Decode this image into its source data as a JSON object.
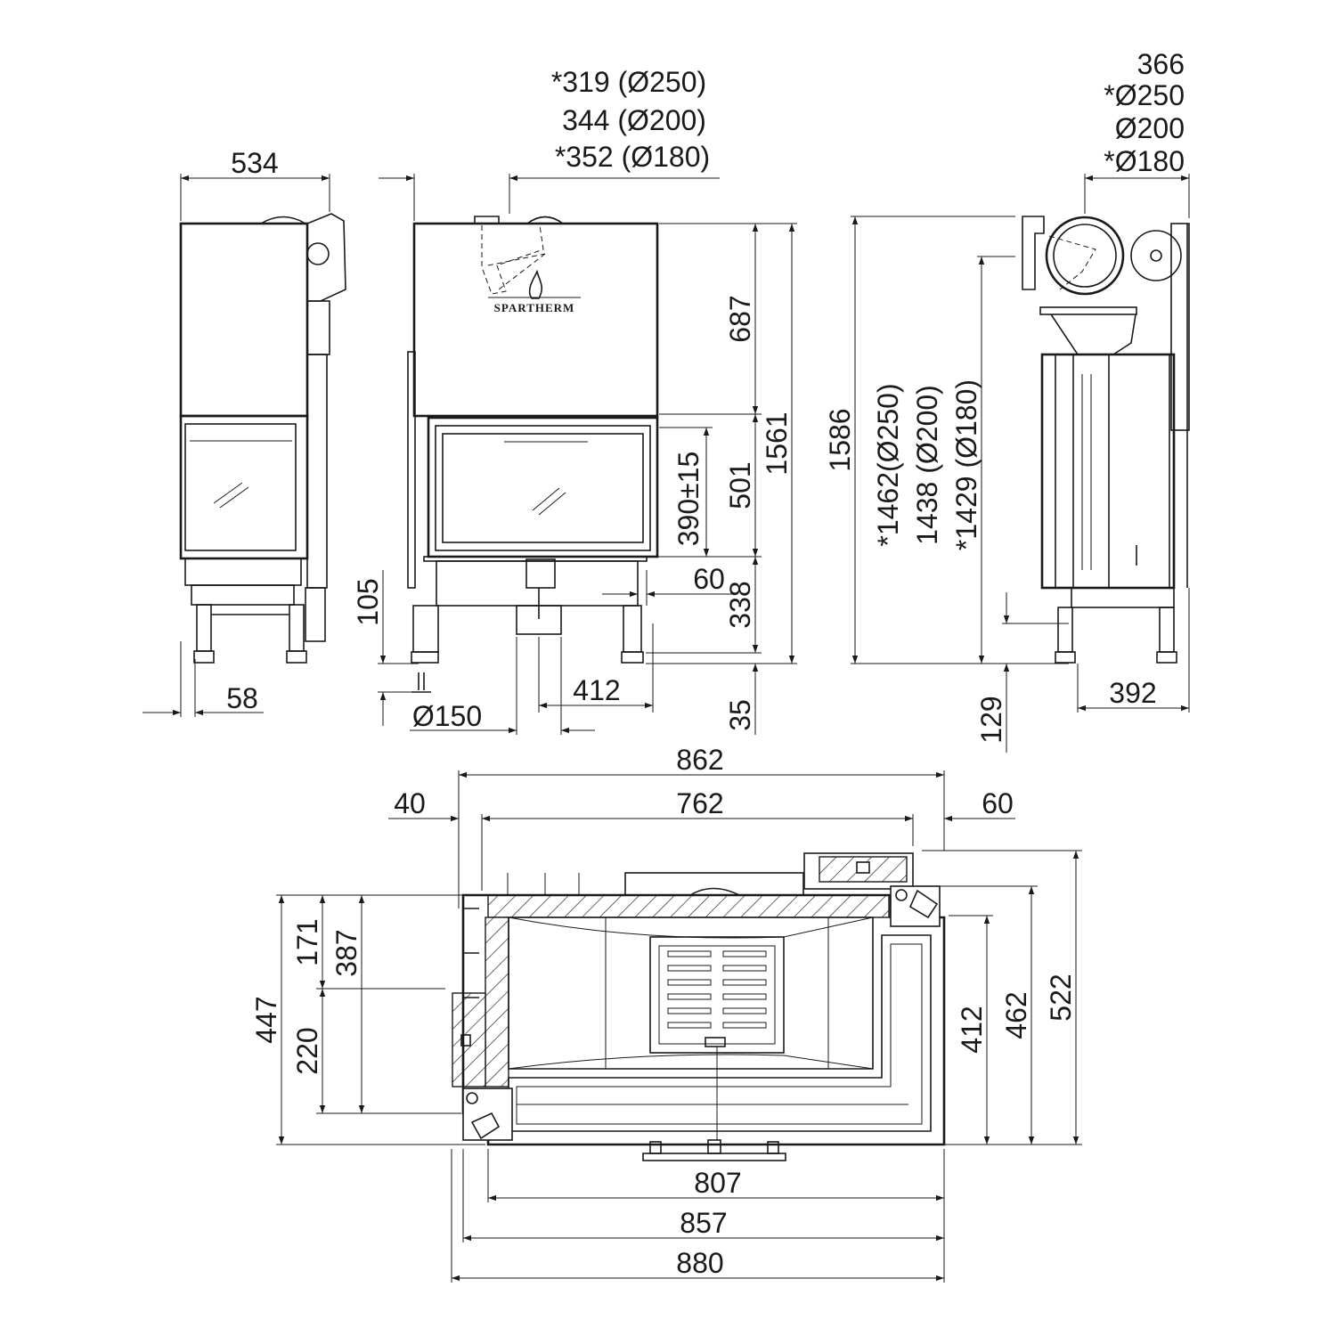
{
  "front_view": {
    "flue_offset_lines": [
      "*319 (Ø250)",
      "344 (Ø200)",
      "*352 (Ø180)"
    ],
    "brand": "SPARTHERM",
    "dims": {
      "d687": "687",
      "d501": "501",
      "d390": "390±15",
      "d1561": "1561",
      "d60": "60",
      "d338": "338",
      "d35": "35",
      "d105": "105",
      "d412": "412",
      "d150": "Ø150"
    }
  },
  "left_view": {
    "dims": {
      "d534": "534",
      "d58": "58"
    }
  },
  "height_center": {
    "d1586": "1586",
    "flue_height_lines": [
      "*1462(Ø250)",
      "1438 (Ø200)",
      "*1429 (Ø180)"
    ]
  },
  "side_view": {
    "flue_diam_lines": [
      "366",
      "*Ø250",
      "Ø200",
      "*Ø180"
    ],
    "dims": {
      "d392": "392",
      "d129": "129"
    }
  },
  "plan_view": {
    "top": {
      "d862": "862",
      "d40": "40",
      "d762": "762",
      "d60": "60"
    },
    "left": {
      "d447": "447",
      "d171": "171",
      "d387": "387",
      "d220": "220"
    },
    "right": {
      "d412": "412",
      "d462": "462",
      "d522": "522"
    },
    "bottom": {
      "d807": "807",
      "d857": "857",
      "d880": "880"
    }
  }
}
